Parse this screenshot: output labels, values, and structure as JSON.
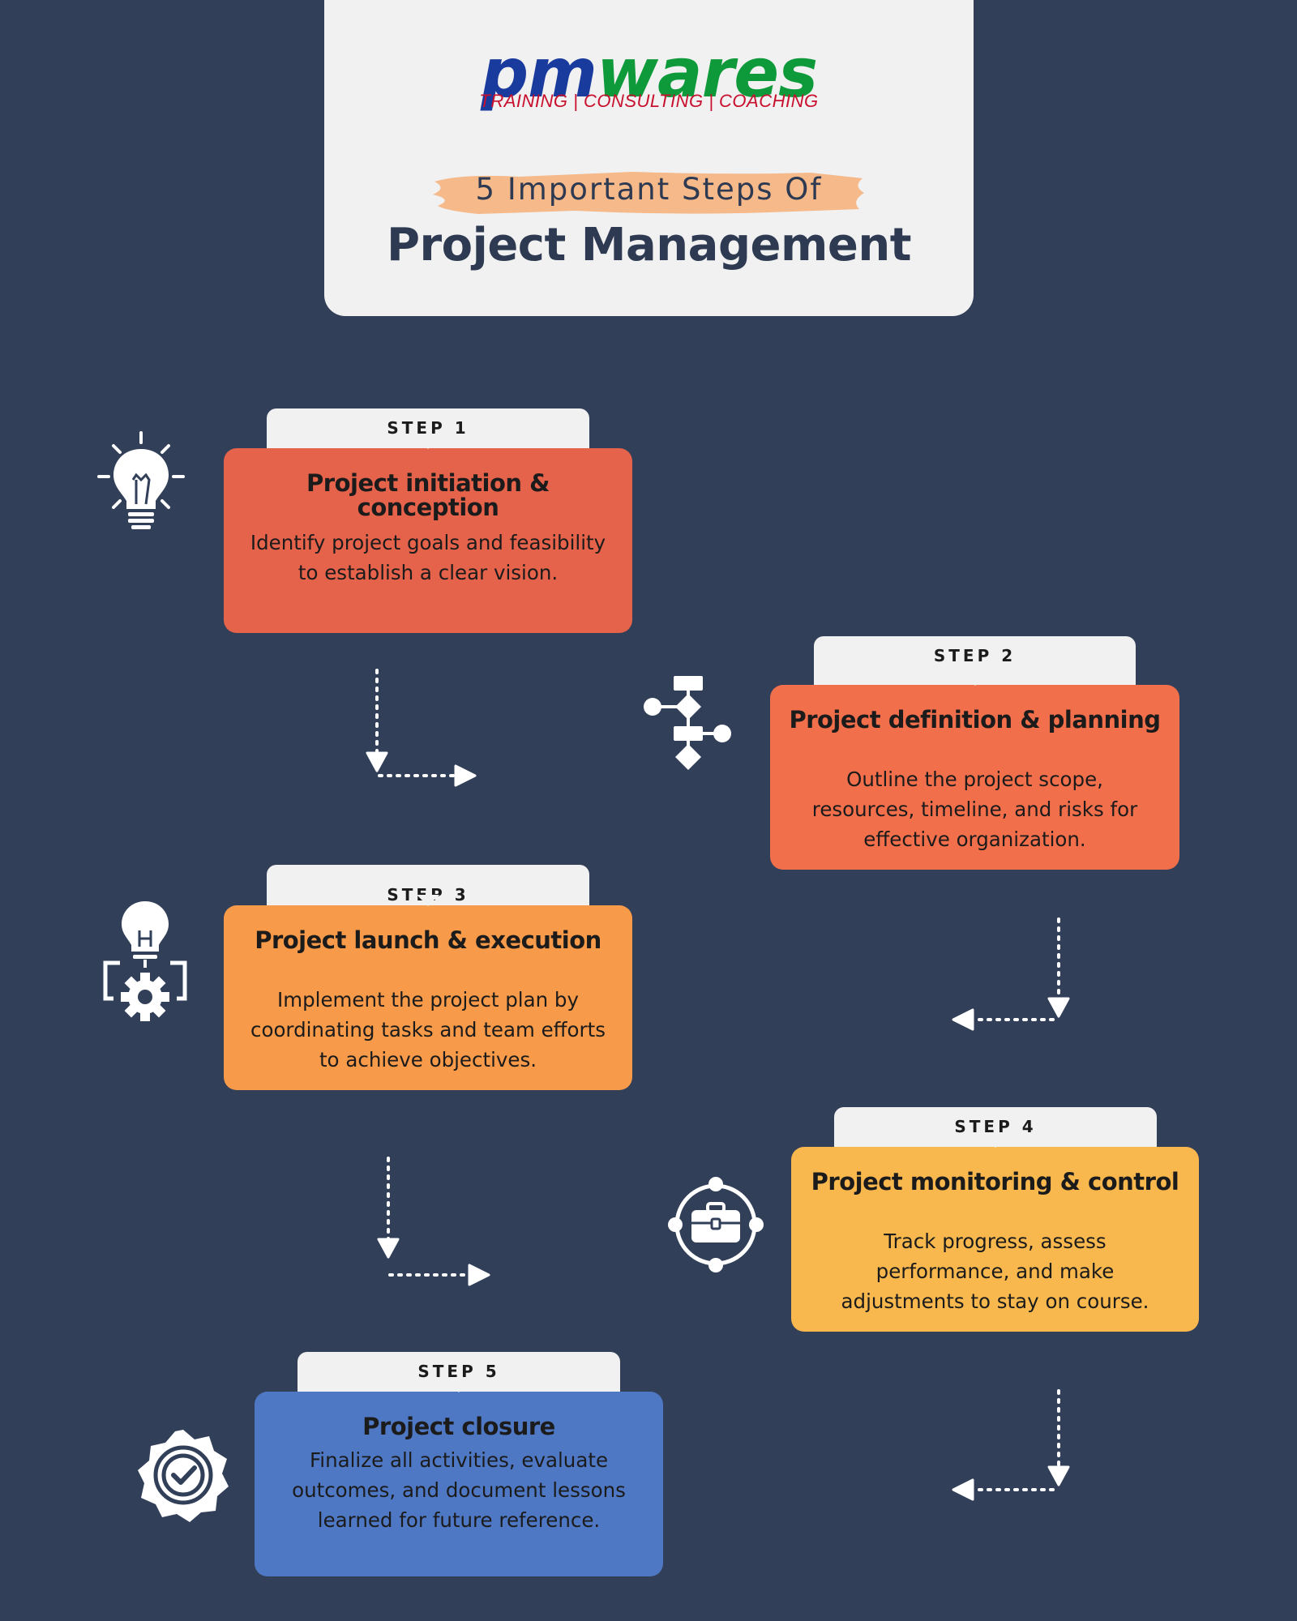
{
  "header": {
    "logo": {
      "part1": "pm",
      "part2": "wares",
      "tagline": "TRAINING | CONSULTING | COACHING"
    },
    "subtitle": "5 Important Steps Of",
    "title": "Project Management"
  },
  "colors": {
    "background": "#323f59",
    "step1": "#e5624b",
    "step2": "#f26f4c",
    "step3": "#f79a49",
    "step4": "#f8b84e",
    "step5": "#4f78c4"
  },
  "steps": [
    {
      "label": "STEP 1",
      "title": "Project initiation & conception",
      "description": "Identify project goals and feasibility to establish a clear vision.",
      "icon": "lightbulb-icon"
    },
    {
      "label": "STEP 2",
      "title": "Project definition & planning",
      "description": "Outline the project scope, resources, timeline, and risks for effective organization.",
      "icon": "flowchart-icon"
    },
    {
      "label": "STEP 3",
      "title": "Project launch & execution",
      "description": "Implement the project plan by coordinating tasks and team efforts to achieve objectives.",
      "icon": "lightbulb-gear-icon"
    },
    {
      "label": "STEP 4",
      "title": "Project monitoring & control",
      "description": "Track progress, assess performance, and make adjustments to stay on course.",
      "icon": "briefcase-network-icon"
    },
    {
      "label": "STEP 5",
      "title": "Project closure",
      "description": "Finalize all activities, evaluate outcomes, and document lessons learned for future reference.",
      "icon": "check-badge-icon"
    }
  ]
}
